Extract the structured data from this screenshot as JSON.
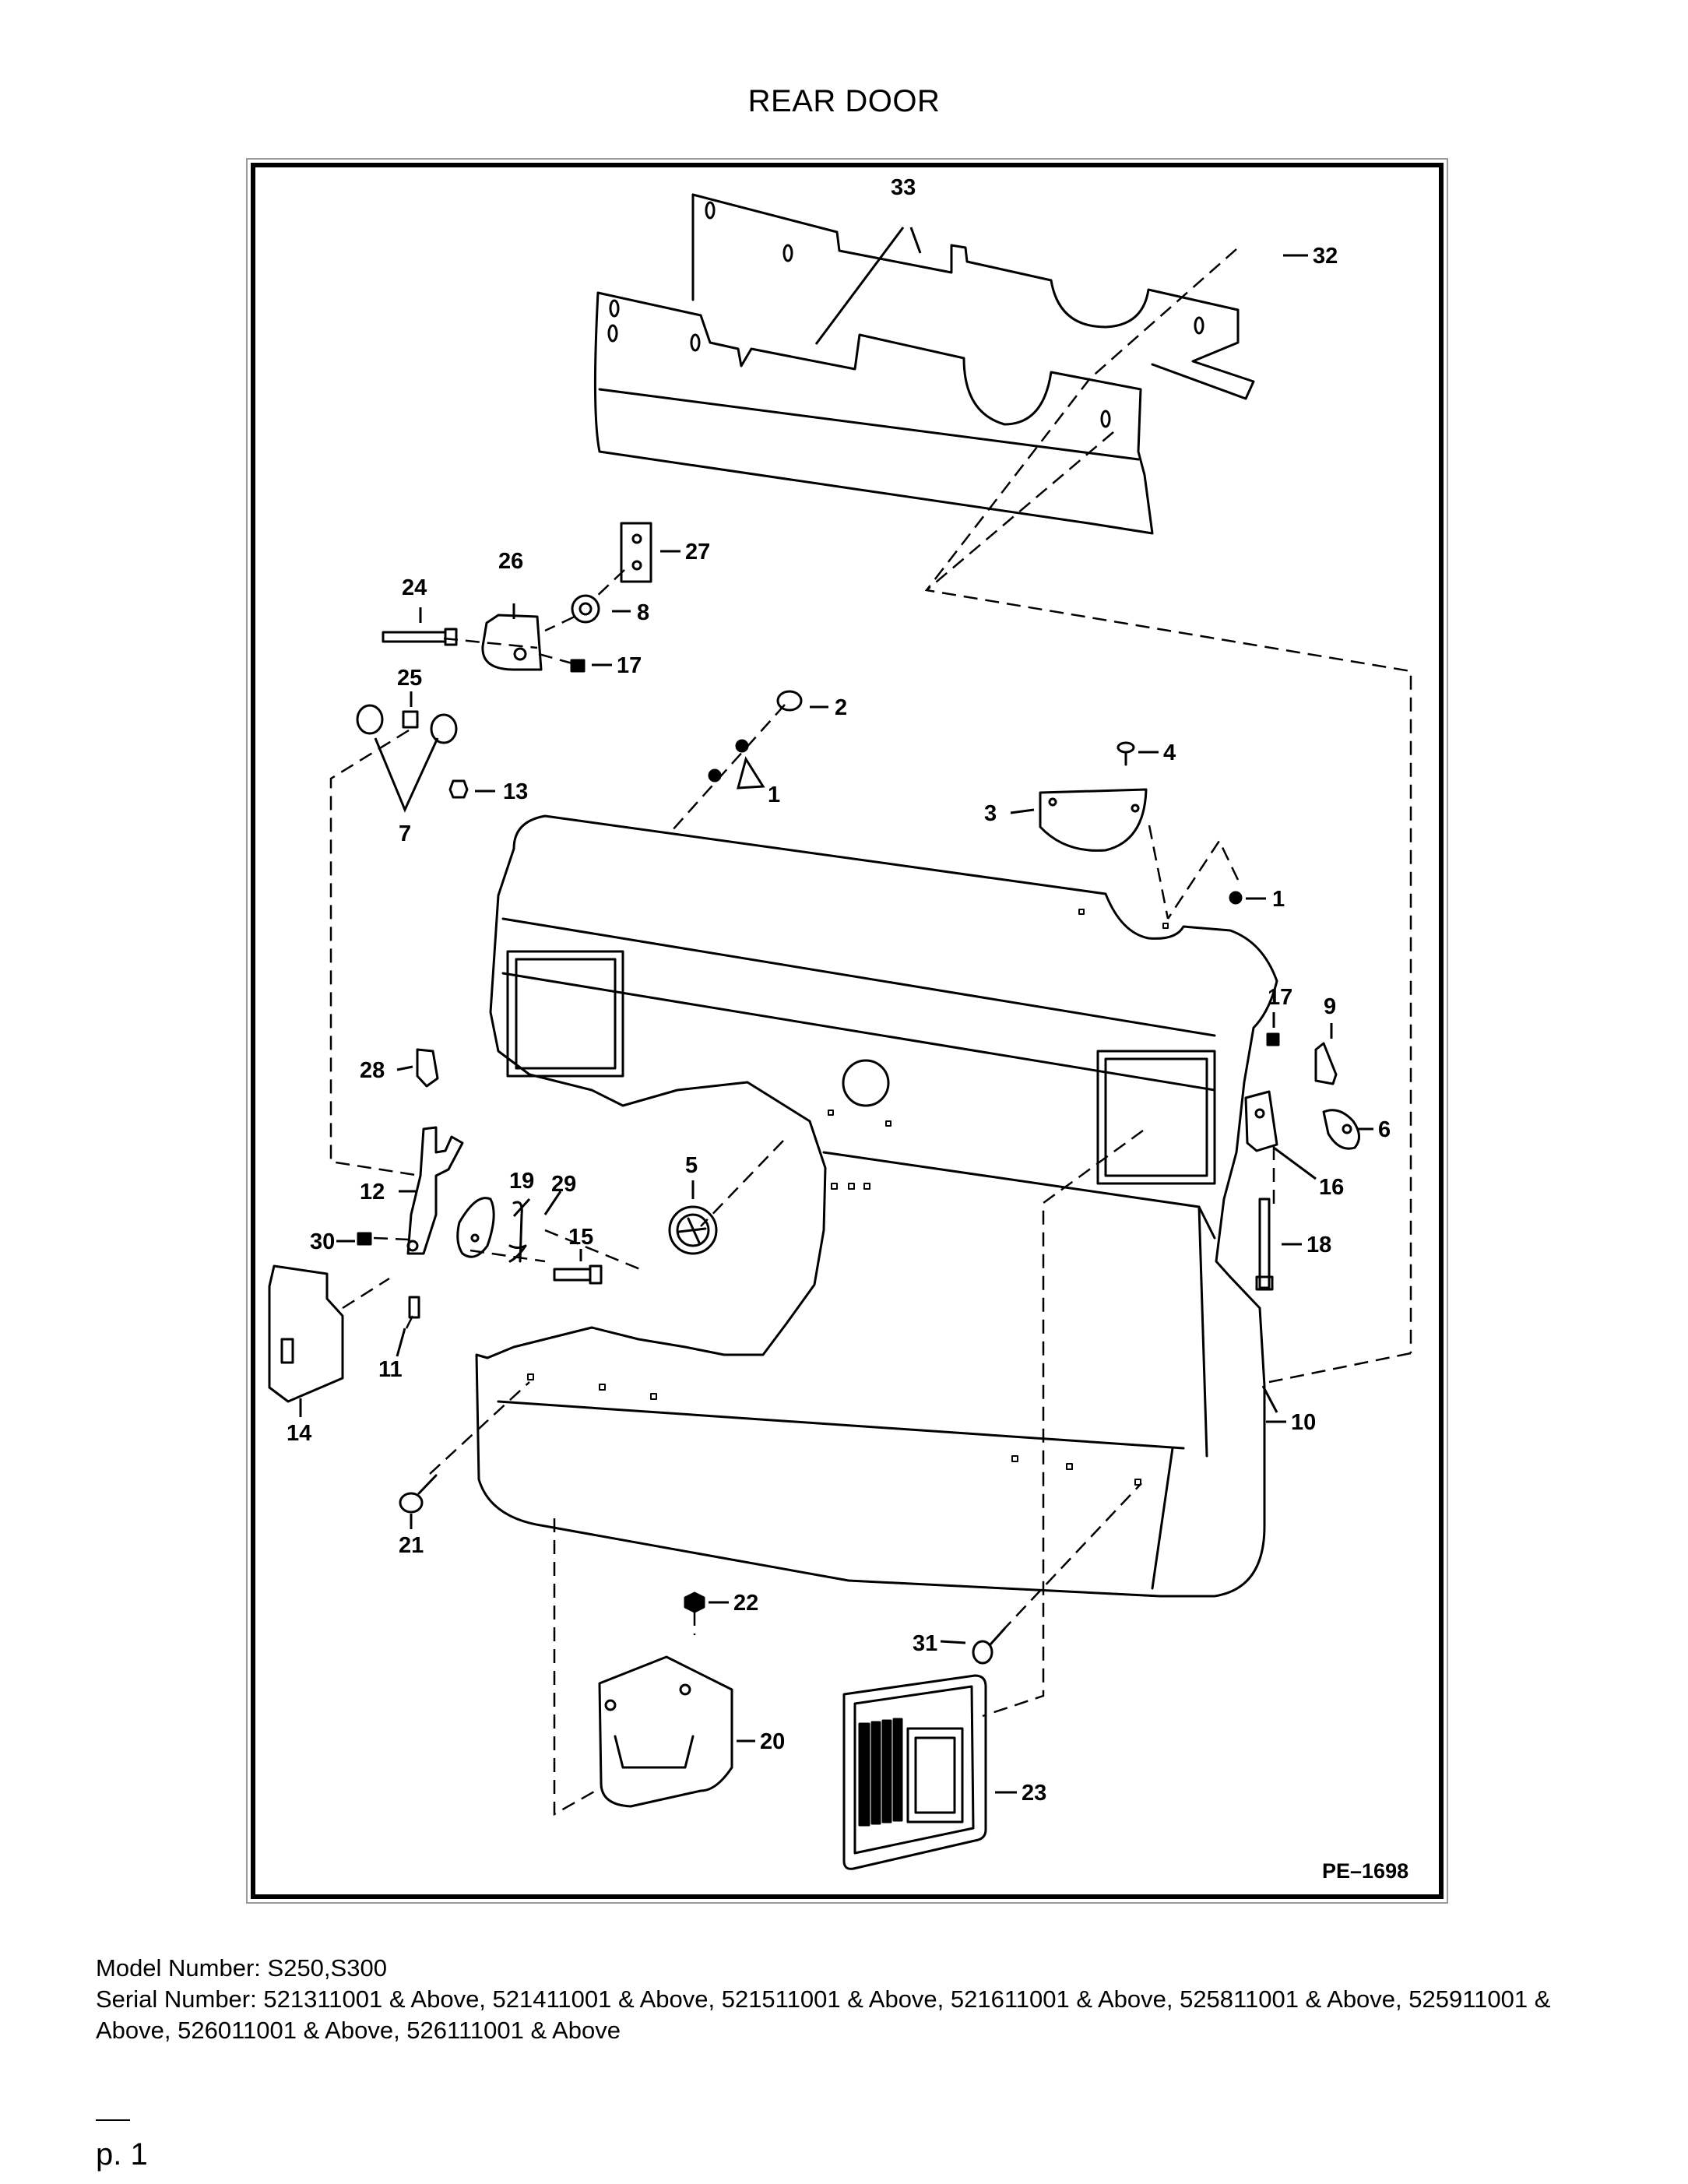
{
  "title": "REAR DOOR",
  "drawing_code": "PE–1698",
  "callouts": {
    "c33": "33",
    "c32": "32",
    "c27": "27",
    "c26": "26",
    "c24": "24",
    "c8": "8",
    "c17a": "17",
    "c25": "25",
    "c2": "2",
    "c1a": "1",
    "c7": "7",
    "c13": "13",
    "c4": "4",
    "c3": "3",
    "c1b": "1",
    "c17b": "17",
    "c9": "9",
    "c6": "6",
    "c16": "16",
    "c18": "18",
    "c10": "10",
    "c28": "28",
    "c5": "5",
    "c12": "12",
    "c19": "19",
    "c29": "29",
    "c15": "15",
    "c30": "30",
    "c11": "11",
    "c14": "14",
    "c21": "21",
    "c22": "22",
    "c31": "31",
    "c20": "20",
    "c23": "23"
  },
  "model_line": "Model Number: S250,S300",
  "serial_line": "Serial Number: 521311001 & Above, 521411001 & Above, 521511001 & Above, 521611001 & Above, 525811001 & Above, 525911001 & Above, 526011001 & Above, 526111001 & Above",
  "footer_dash": "—",
  "page_label": "p. 1"
}
